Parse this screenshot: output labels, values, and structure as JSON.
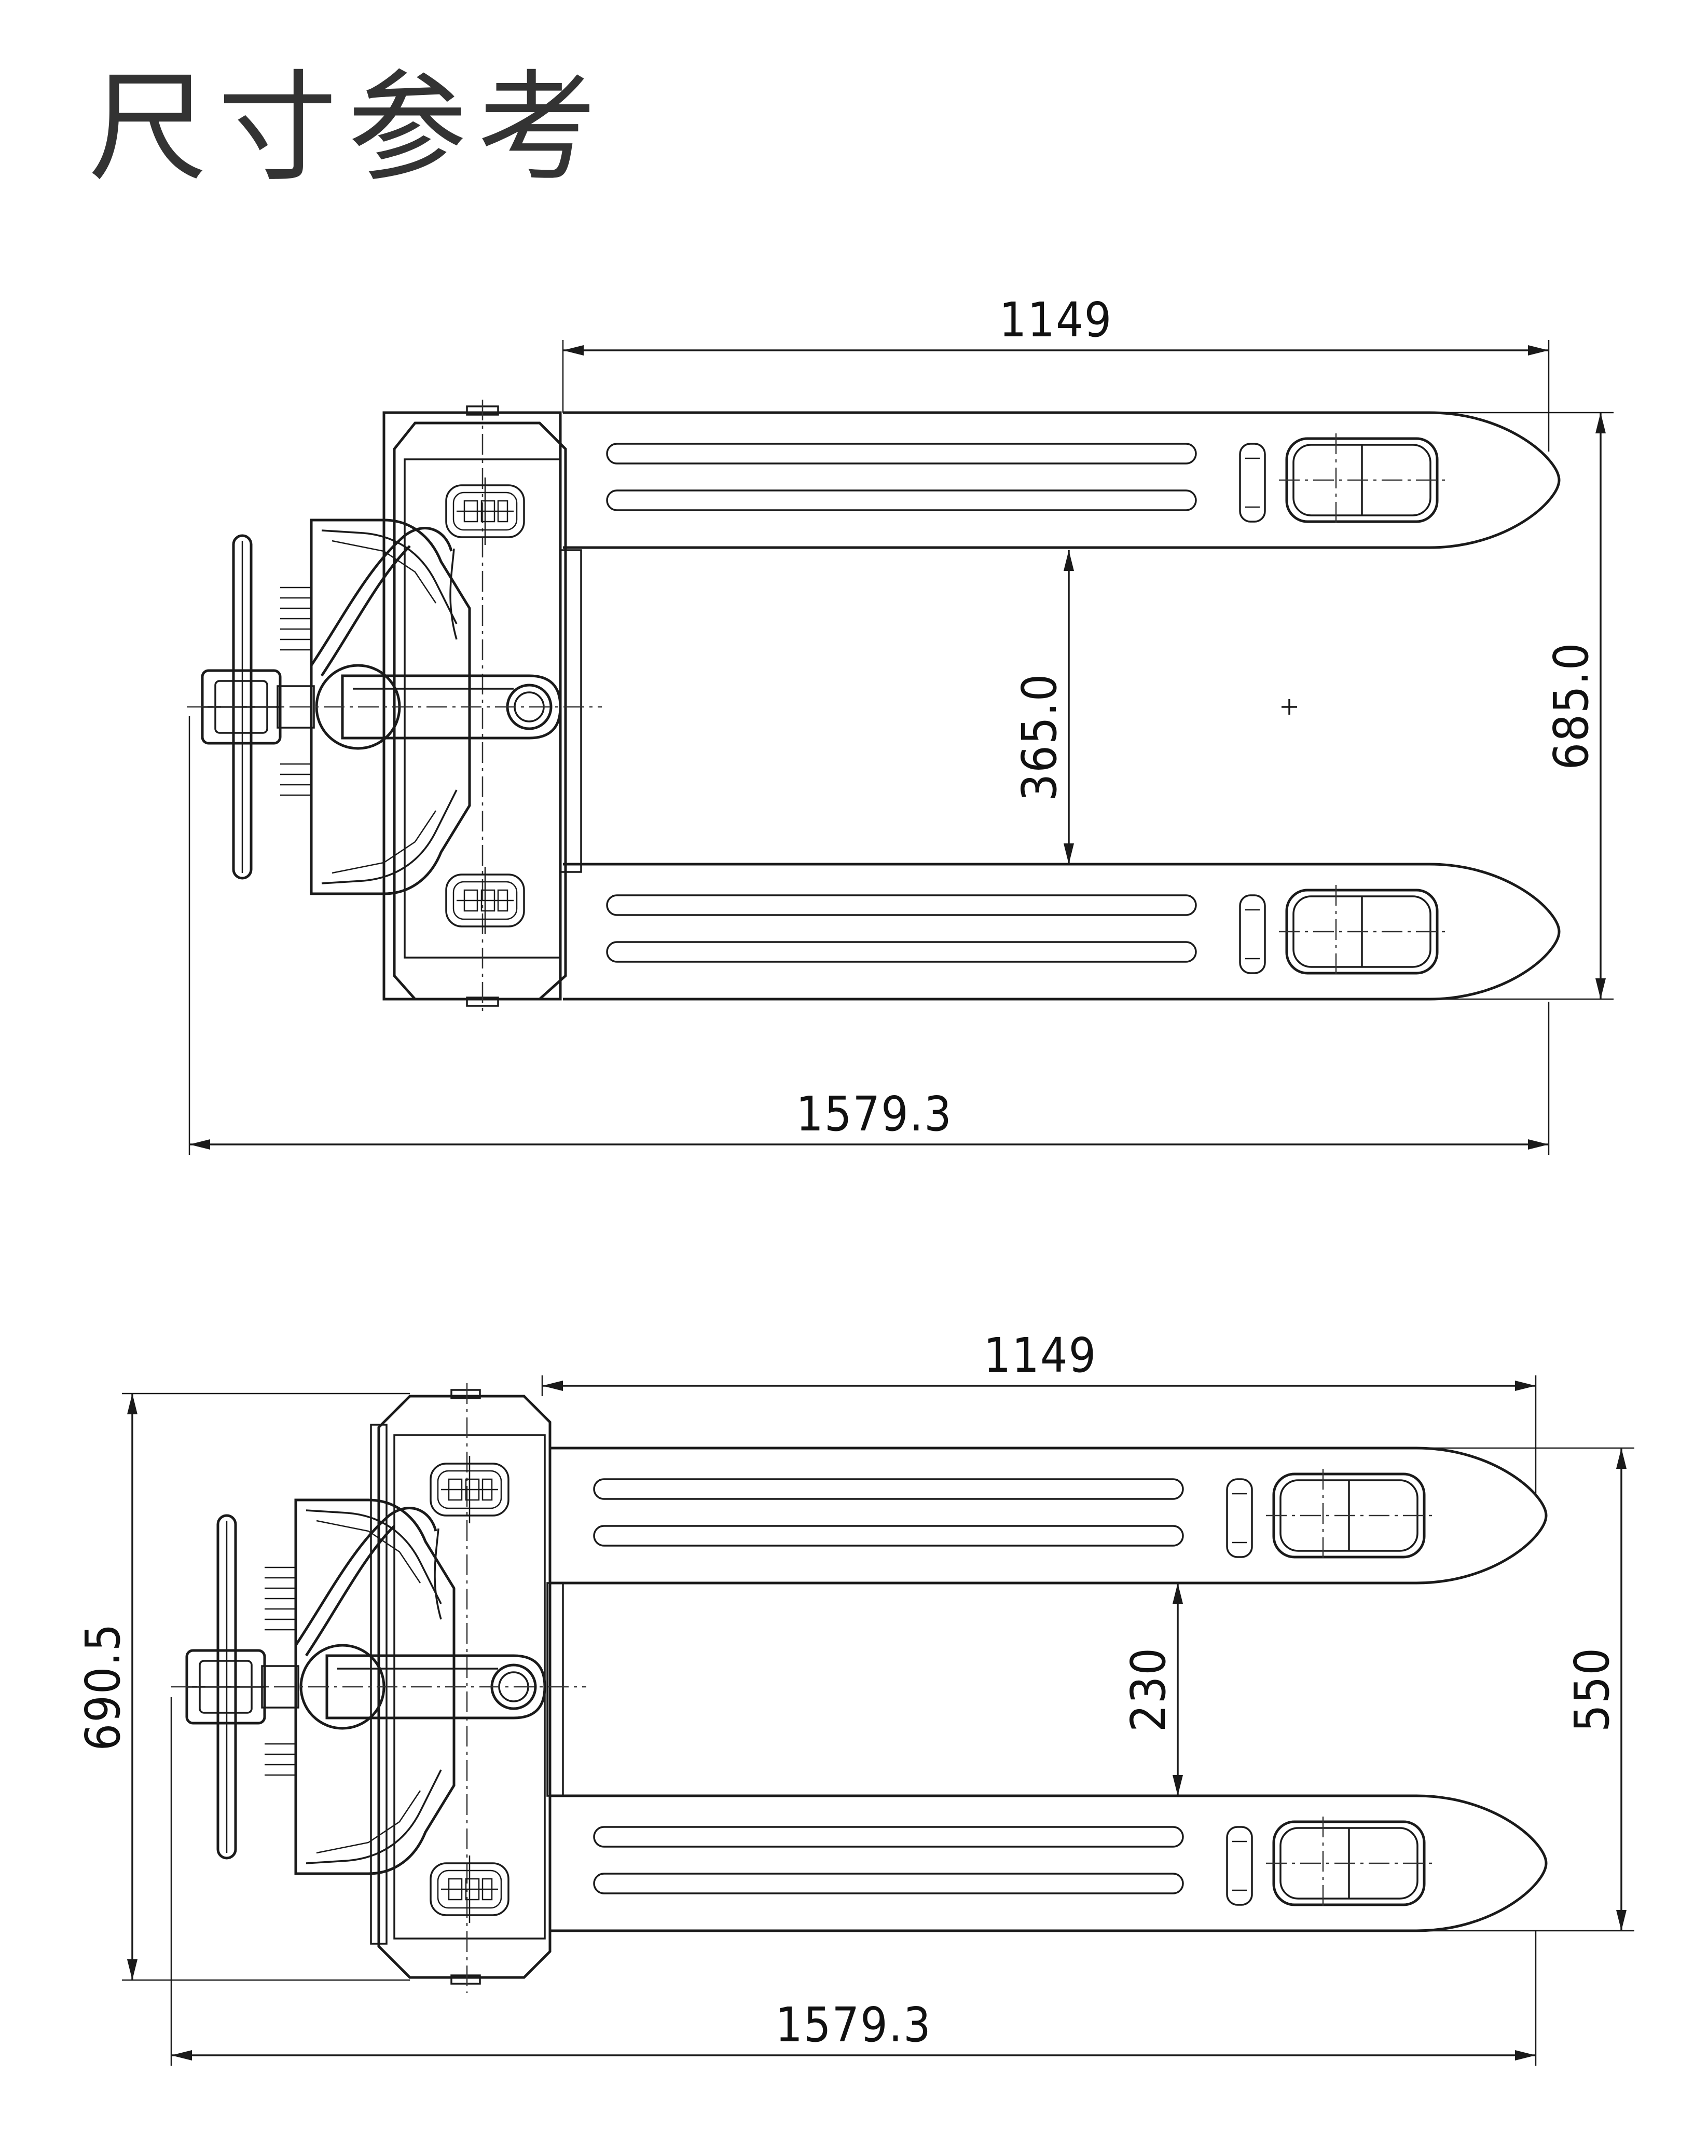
{
  "title": "尺寸参考",
  "top_view": {
    "dimensions": {
      "fork_length": "1149",
      "inner_width": "365.0",
      "outer_width": "685.0",
      "overall_length": "1579.3"
    }
  },
  "bottom_view": {
    "dimensions": {
      "fork_length": "1149",
      "inner_width": "230",
      "outer_width": "550",
      "overall_width": "690.5",
      "overall_length": "1579.3"
    }
  }
}
